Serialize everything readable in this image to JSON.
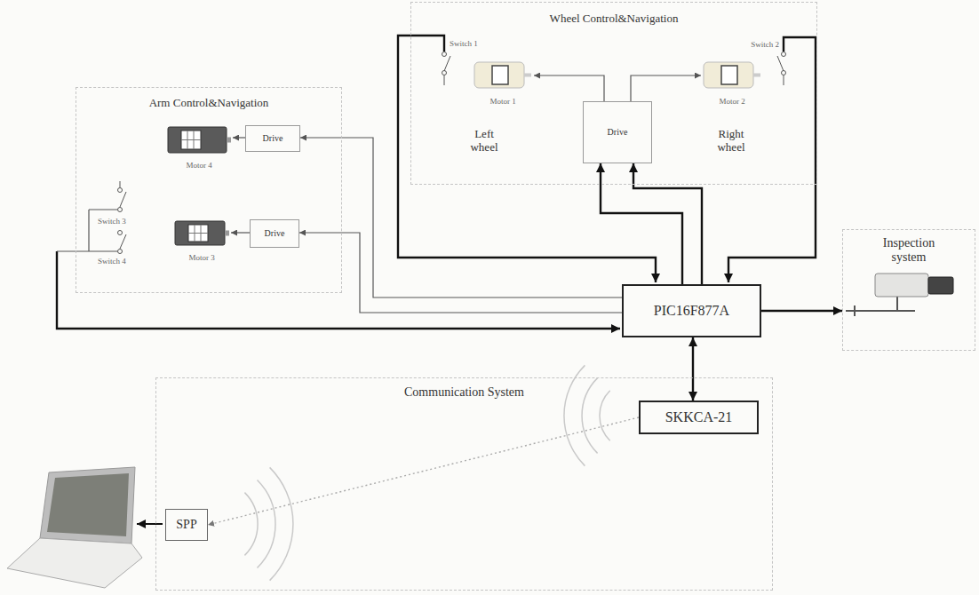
{
  "diagram": {
    "nodes": [
      {
        "text": [
          "Wheel Control&Navigation"
        ]
      },
      {
        "text": [
          "Motor 1"
        ],
        "in": 0
      },
      {
        "text": [
          "Motor 2"
        ],
        "in": 0
      },
      {
        "text": [
          "Drive"
        ],
        "in": 0
      },
      {
        "text": [
          "Arm Control&Navigation"
        ]
      },
      {
        "text": [
          "Drive"
        ],
        "in": 4
      },
      {
        "text": [
          "Motor 4"
        ],
        "in": 4
      },
      {
        "text": [
          "Drive"
        ],
        "in": 4
      },
      {
        "text": [
          "Motor 3"
        ],
        "in": 4
      },
      {
        "text": [
          "PIC16F877A"
        ]
      },
      {
        "text": [
          "Inspection system"
        ]
      },
      {
        "text": [
          "Communication System"
        ]
      },
      {
        "text": [
          "SKKCA-21"
        ],
        "in": 11
      },
      {
        "text": [
          "SPP"
        ],
        "in": 11
      }
    ],
    "edges": [
      {
        "from": 3,
        "to": 1,
        "arrow": "to"
      },
      {
        "from": 3,
        "to": 2,
        "arrow": "to"
      },
      {
        "from": 9,
        "to": 3,
        "arrow": "to"
      },
      {
        "from": 9,
        "to": 3,
        "arrow": "to"
      },
      {
        "from": 9,
        "to": 5,
        "arrow": "to"
      },
      {
        "from": 5,
        "to": 6,
        "arrow": "to"
      },
      {
        "from": 9,
        "to": 7,
        "arrow": "to"
      },
      {
        "from": 7,
        "to": 8,
        "arrow": "to"
      },
      {
        "from": 9,
        "to": 10,
        "arrow": "to"
      },
      {
        "from": 9,
        "to": 12,
        "arrow": "both"
      },
      {
        "from": 12,
        "to": 13,
        "arrow": "to"
      }
    ],
    "labels": [
      "Switch 1",
      "Switch 2",
      "Left wheel",
      "Right wheel",
      "Switch 3",
      "Switch 4"
    ]
  }
}
